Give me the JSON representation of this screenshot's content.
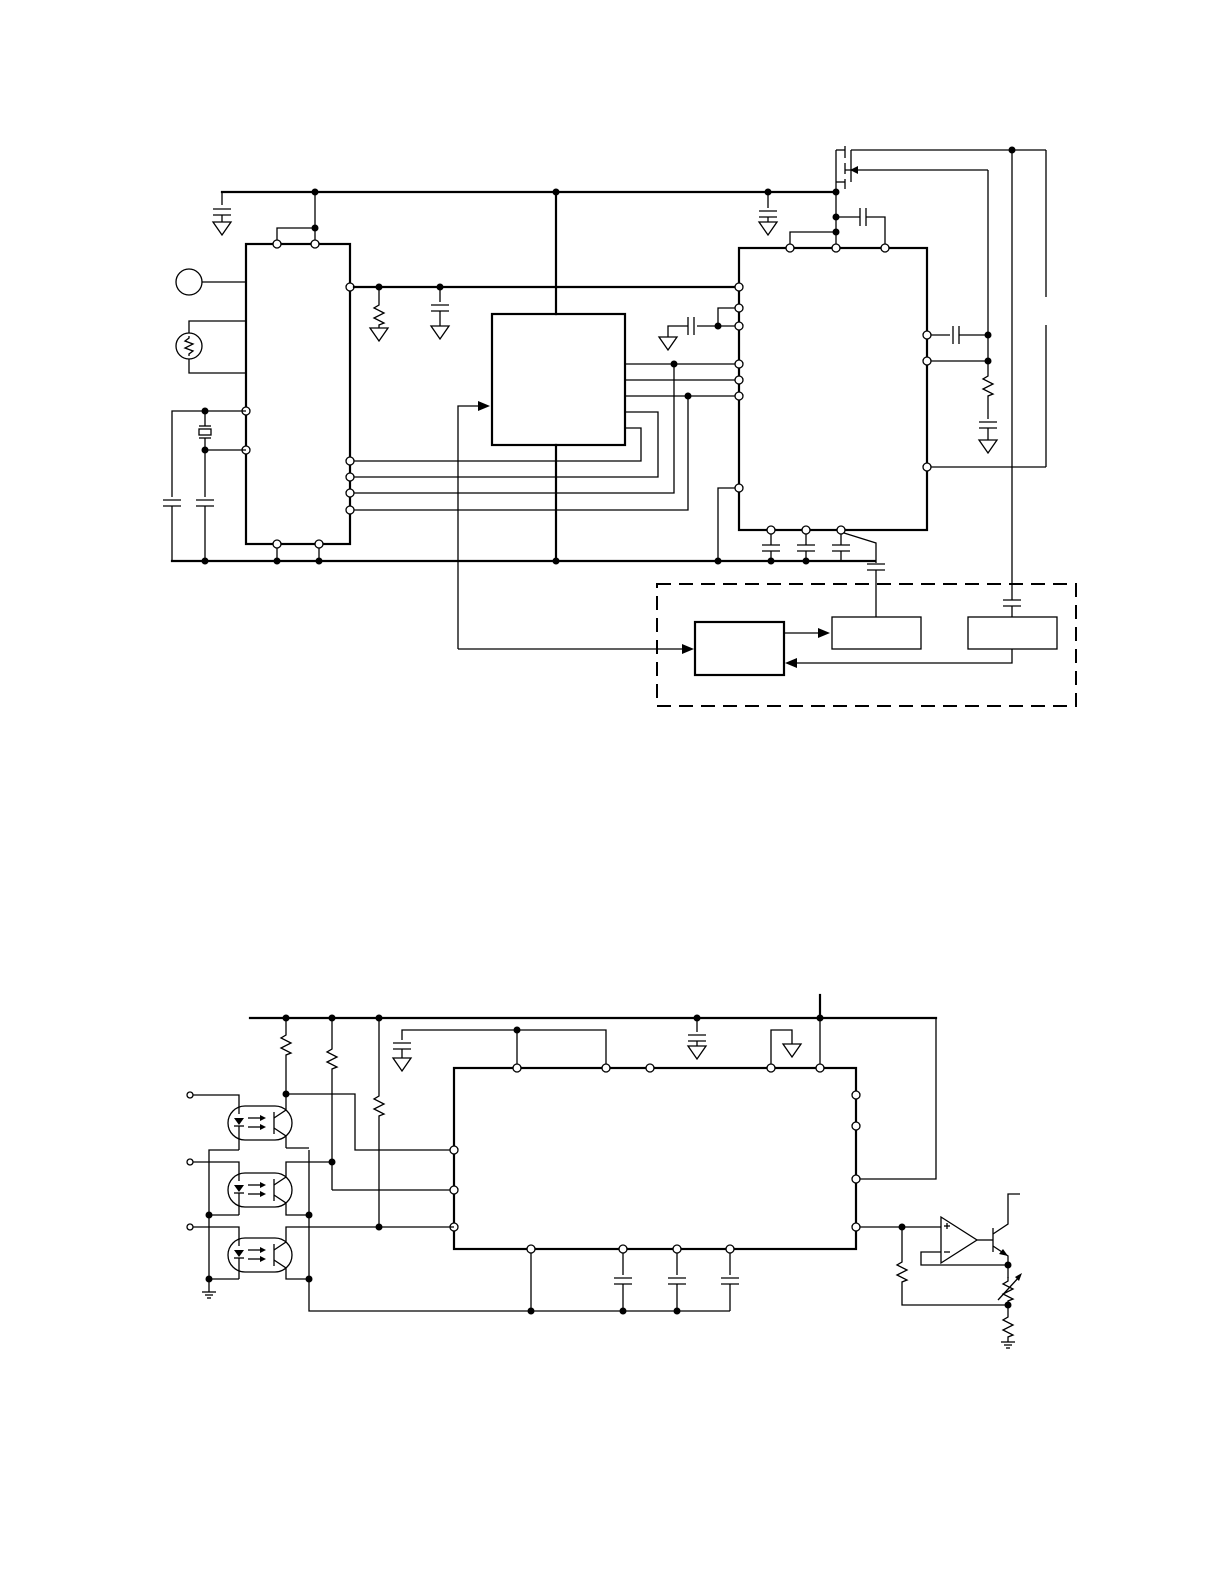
{
  "diagram": {
    "top_schematic": {
      "blocks": [
        "ic-left",
        "ic-center",
        "ic-right",
        "module-inner-block",
        "module-box-middle",
        "module-box-right"
      ],
      "has_dashed_module_outline": true
    },
    "bottom_schematic": {
      "blocks": [
        "ic-main",
        "opto-coupler-1",
        "opto-coupler-2",
        "opto-coupler-3",
        "op-amp",
        "output-transistor"
      ]
    }
  }
}
